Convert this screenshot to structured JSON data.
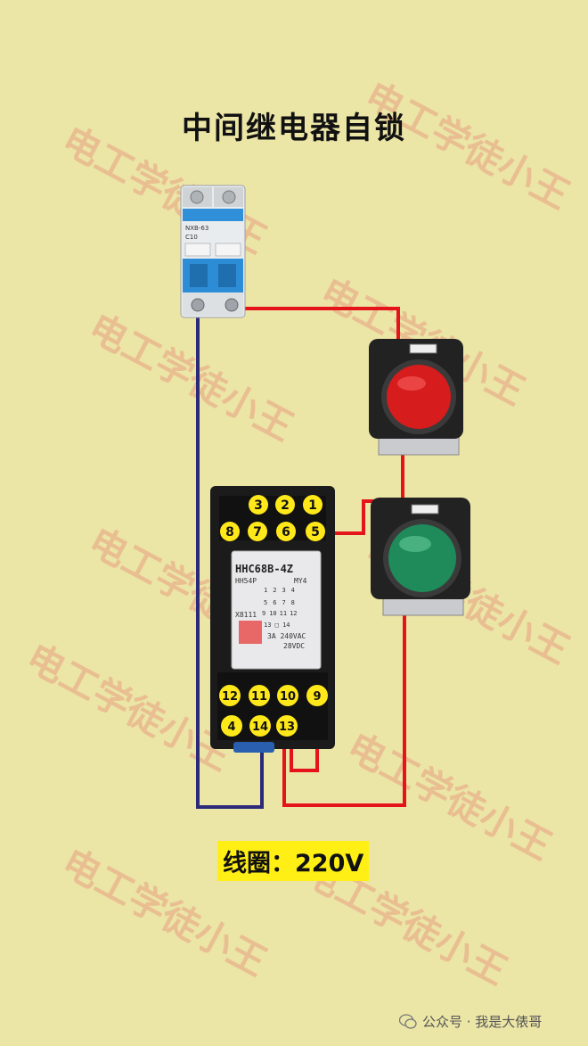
{
  "title": "中间继电器自锁",
  "coil_label": "线圈：220V",
  "footer": {
    "text": "公众号 · 我是大俵哥",
    "icon": "wechat-icon"
  },
  "watermark": "电工学徒小王",
  "breaker": {
    "model": "NXB-63",
    "rating": "C10"
  },
  "relay": {
    "model": "HHC68B-4Z",
    "sub_left": "HH54P",
    "sub_right": "MY4",
    "code": "X8111",
    "rating1": "3A 240VAC",
    "rating2": "28VDC",
    "coil_pins_label": "13 □ 14",
    "inner_pins_row1": [
      "1",
      "2",
      "3",
      "4"
    ],
    "inner_pins_row2": [
      "5",
      "6",
      "7",
      "8"
    ],
    "inner_pins_row3": [
      "9",
      "10",
      "11",
      "12"
    ]
  },
  "terminals": {
    "top_row1": [
      "3",
      "2",
      "1"
    ],
    "top_row2": [
      "8",
      "7",
      "6",
      "5"
    ],
    "bottom_row1": [
      "12",
      "11",
      "10",
      "9"
    ],
    "bottom_row2": [
      "4",
      "14",
      "13"
    ]
  },
  "colors": {
    "background": "#ebe5a6",
    "wire_red": "#e4141a",
    "wire_blue": "#2b2a7a",
    "stop_button": "#d61c1c",
    "start_button": "#1f8a5a",
    "terminal_label": "#ffe81a"
  }
}
